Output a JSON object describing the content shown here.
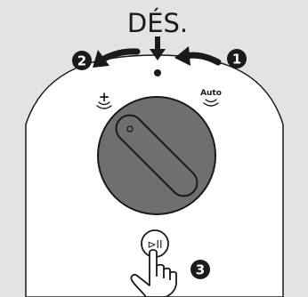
{
  "labels": {
    "position": "DÉS.",
    "auto": "Auto",
    "plus": "+",
    "play_pause": "⊳II"
  },
  "steps": [
    "1",
    "2",
    "3"
  ],
  "colors": {
    "background": "#e3e3e3",
    "device_body": "#ffffff",
    "knob": "#6f6f6f",
    "outline": "#1a1a1a",
    "step_badge": "#1a1a1a"
  },
  "icons": {
    "turn_arrow": "curved-arrow-icon",
    "down_arrow": "down-arrow-icon",
    "wave": "wave-icon",
    "hand": "pointing-hand-icon"
  }
}
